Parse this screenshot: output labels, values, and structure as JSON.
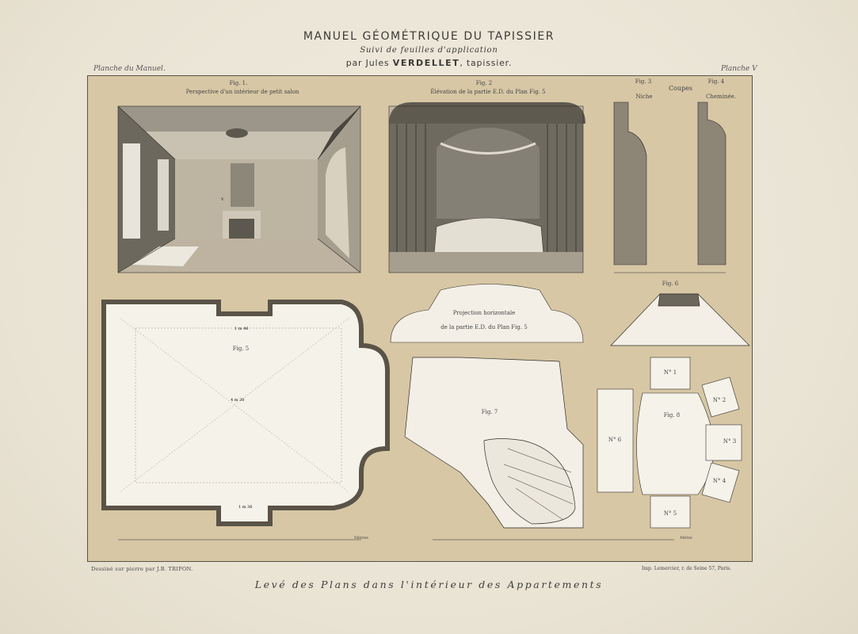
{
  "header": {
    "title": "MANUEL GÉOMÉTRIQUE DU TAPISSIER",
    "subtitle": "Suivi de feuilles d'application",
    "author_prefix": "par Jules",
    "author_name": "VERDELLET",
    "author_suffix": ", tapissier.",
    "left_corner": "Planche du Manuel.",
    "right_corner": "Planche V"
  },
  "figures": {
    "fig1": {
      "num": "Fig. 1.",
      "caption": "Perspective d'un intérieur de petit salon"
    },
    "fig2": {
      "num": "Fig. 2",
      "caption": "Élévation de la partie E.D. du Plan Fig. 5"
    },
    "fig3": {
      "num": "Fig. 3"
    },
    "fig4": {
      "num": "Fig. 4"
    },
    "coupes": "Coupes",
    "niche": "Niche",
    "cheminee": "Cheminée.",
    "projection_l1": "Projection horizontale",
    "projection_l2": "de la partie E.D. du Plan Fig. 5",
    "fig5": "Fig. 5",
    "fig6": "Fig. 6",
    "fig7": "Fig. 7",
    "fig8": "Fig. 8",
    "rooms": [
      "N° 1",
      "N° 2",
      "N° 3",
      "N° 4",
      "N° 5",
      "N° 6"
    ],
    "scale_a": "Mètres",
    "scale_b": "Mètre"
  },
  "footer": {
    "left": "Dessiné sur pierre par J.B. TRIPON.",
    "right": "Imp. Lemercier, r. de Seine 57, Paris.",
    "bottom_title": "Levé des Plans dans l'intérieur des Appartements"
  }
}
